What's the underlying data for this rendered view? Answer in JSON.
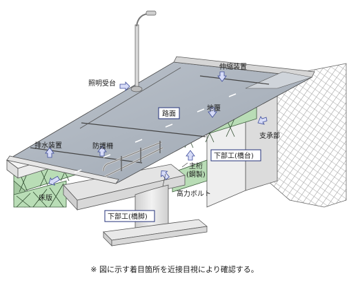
{
  "labels": {
    "lighting_mount": "照明受台",
    "expansion_joint": "伸縮装置",
    "pavement": "路面",
    "curb": "地覆",
    "bearing": "支承部",
    "drainage": "排水装置",
    "guard_fence": "防護柵",
    "substructure_abutment": "下部工(橋台)",
    "main_girder": "主桁",
    "main_girder_note": "(鋼製)",
    "hs_bolt": "高力ボルト",
    "deck_slab": "床版",
    "substructure_pier": "下部工(橋脚)"
  },
  "caption": "※ 図に示す着目箇所を近接目視により確認する。",
  "colors": {
    "deck_surface": "#a7afb9",
    "girder": "#b9ddb6",
    "concrete": "#e4e4e4",
    "label_box_border": "#23317a",
    "arrow_fill": "#d7dcf7"
  }
}
